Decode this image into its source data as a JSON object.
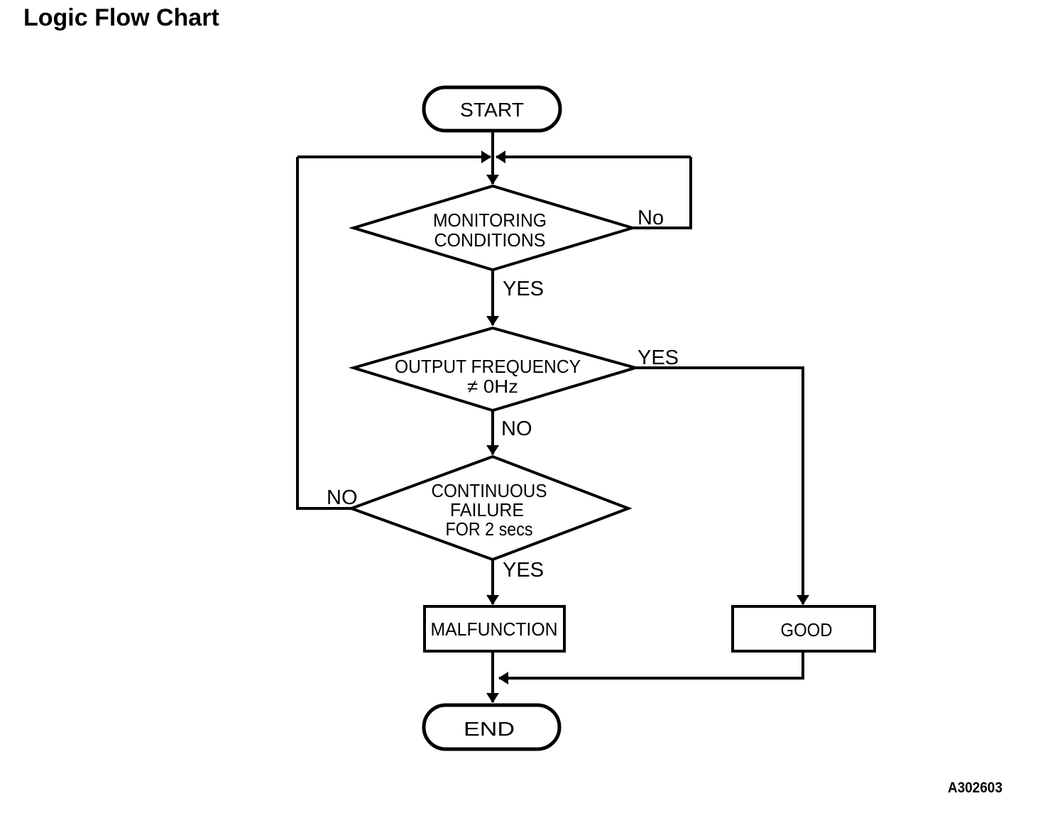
{
  "title": "Logic Flow Chart",
  "figure_code": "A302603",
  "colors": {
    "line": "#000000",
    "background": "#ffffff",
    "text": "#000000"
  },
  "flowchart": {
    "start": {
      "label": "START"
    },
    "decision_monitoring": {
      "line1": "MONITORING",
      "line2": "CONDITIONS",
      "no_label": "No",
      "yes_label": "YES"
    },
    "decision_output_frequency": {
      "line1": "OUTPUT FREQUENCY",
      "line2": "≠ 0Hz",
      "yes_label": "YES",
      "no_label": "NO"
    },
    "decision_continuous_failure": {
      "line1": "CONTINUOUS",
      "line2": "FAILURE",
      "line3": "FOR 2 secs",
      "no_label": "NO",
      "yes_label": "YES"
    },
    "malfunction": {
      "label": "MALFUNCTION"
    },
    "good": {
      "label": "GOOD"
    },
    "end": {
      "label": "END"
    }
  }
}
